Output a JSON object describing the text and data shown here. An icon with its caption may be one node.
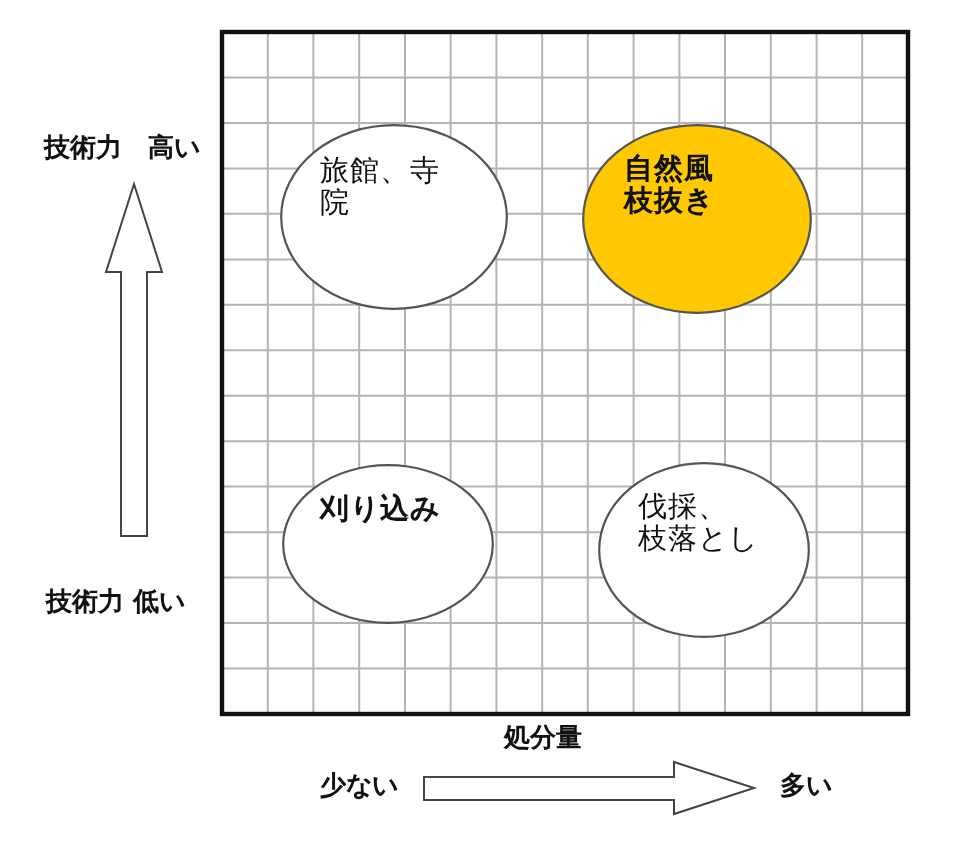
{
  "diagram": {
    "nodes": [
      {
        "text": [
          "旅館、寺院"
        ]
      },
      {
        "text": [
          "自然風枝抜き"
        ]
      },
      {
        "text": [
          "刈り込み"
        ]
      },
      {
        "text": [
          "伐採、枝落とし"
        ]
      }
    ],
    "labels": [
      "技術力　高い",
      "技術力 低い",
      "処分量",
      "少ない",
      "多い"
    ]
  }
}
